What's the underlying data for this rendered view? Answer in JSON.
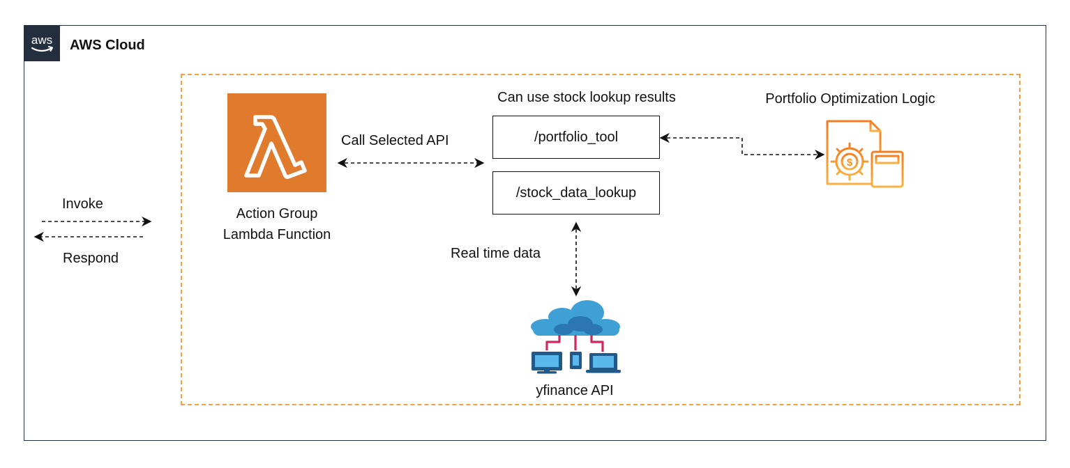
{
  "cloud": {
    "title": "AWS Cloud",
    "logo_icon": "aws-logo-icon",
    "border_color": "#232f3e"
  },
  "action_group": {
    "border_color": "#f5a040",
    "lambda": {
      "icon": "lambda-icon",
      "color": "#e07b2e",
      "label_line1": "Action Group",
      "label_line2": "Lambda Function"
    },
    "call_label": "Call Selected API",
    "header_label": "Can use stock lookup results",
    "apis": {
      "portfolio": "/portfolio_tool",
      "lookup": "/stock_data_lookup"
    },
    "optimization": {
      "label": "Portfolio Optimization Logic",
      "icon": "portfolio-calculator-icon",
      "color": "#f7931e"
    },
    "realtime_label": "Real time data",
    "yfinance": {
      "label": "yfinance API",
      "icon": "cloud-network-icon",
      "color": "#3b9ed1"
    }
  },
  "left_flow": {
    "invoke": "Invoke",
    "respond": "Respond"
  }
}
